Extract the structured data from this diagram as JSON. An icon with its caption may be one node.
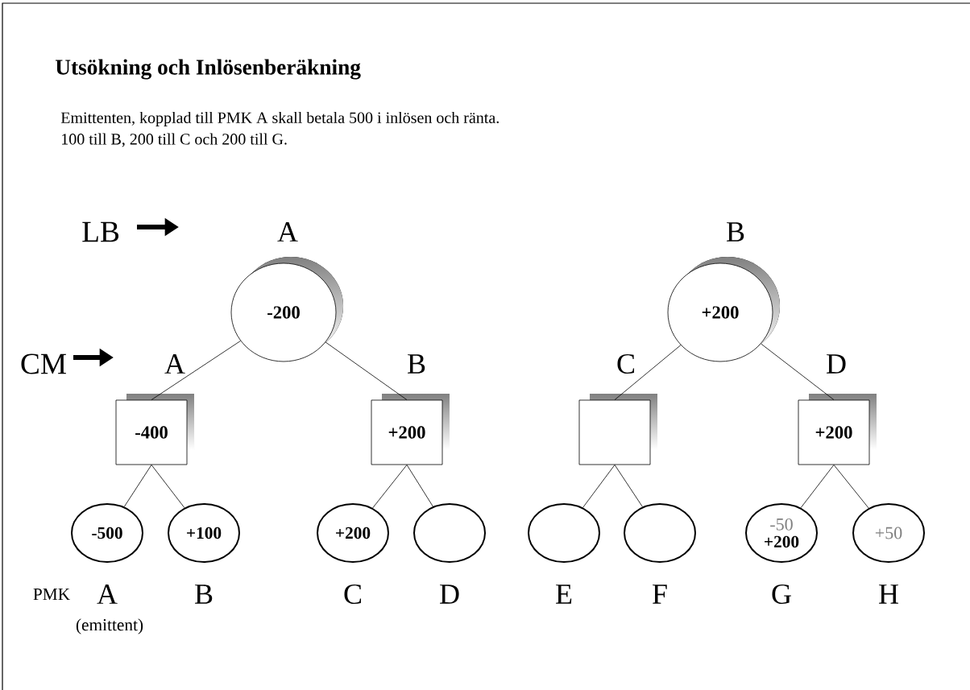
{
  "diagram": {
    "title": "Utsökning och Inlösenberäkning",
    "nodes": [
      {
        "text": [
          "A",
          "-200"
        ]
      },
      {
        "text": [
          "B",
          "+200"
        ]
      },
      {
        "text": [
          "A",
          "-400"
        ]
      },
      {
        "text": [
          "B",
          "+200"
        ]
      },
      {
        "text": [
          "C"
        ]
      },
      {
        "text": [
          "D",
          "+200"
        ]
      },
      {
        "text": [
          "-500",
          "A"
        ]
      },
      {
        "text": [
          "+100",
          "B"
        ]
      },
      {
        "text": [
          "+200",
          "C"
        ]
      },
      {
        "text": [
          "D"
        ]
      },
      {
        "text": [
          "E"
        ]
      },
      {
        "text": [
          "F"
        ]
      },
      {
        "text": [
          "-50",
          "+200",
          "G"
        ]
      },
      {
        "text": [
          "+50",
          "H"
        ]
      }
    ],
    "edges": [
      {
        "from": 0,
        "to": 2,
        "arrow": "none"
      },
      {
        "from": 0,
        "to": 3,
        "arrow": "none"
      },
      {
        "from": 1,
        "to": 4,
        "arrow": "none"
      },
      {
        "from": 1,
        "to": 5,
        "arrow": "none"
      },
      {
        "from": 2,
        "to": 6,
        "arrow": "none"
      },
      {
        "from": 2,
        "to": 7,
        "arrow": "none"
      },
      {
        "from": 3,
        "to": 8,
        "arrow": "none"
      },
      {
        "from": 3,
        "to": 9,
        "arrow": "none"
      },
      {
        "from": 4,
        "to": 10,
        "arrow": "none"
      },
      {
        "from": 4,
        "to": 11,
        "arrow": "none"
      },
      {
        "from": 5,
        "to": 12,
        "arrow": "none"
      },
      {
        "from": 5,
        "to": 13,
        "arrow": "none"
      }
    ],
    "labels": [
      "Emittenten, kopplad till PMK A skall betala 500 i inlösen och ränta.",
      "100 till B, 200 till C och 200 till G.",
      "LB",
      "CM",
      "PMK",
      "(emittent)"
    ]
  }
}
